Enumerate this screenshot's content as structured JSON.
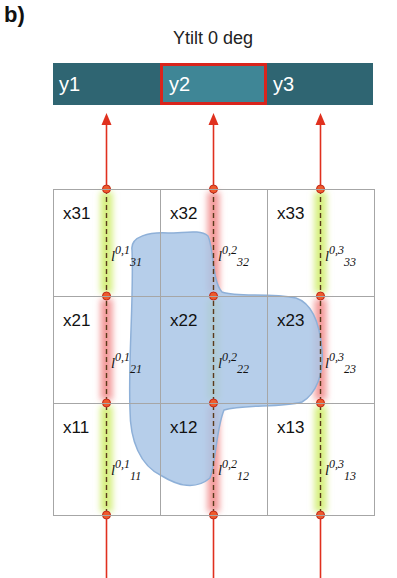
{
  "diagram": {
    "title": "Ytilt 0 deg",
    "nodes": [
      {
        "text": [
          "y1"
        ]
      },
      {
        "text": [
          "y2"
        ]
      },
      {
        "text": [
          "y3"
        ]
      },
      {
        "text": [
          "x31",
          "l",
          "0,1",
          "31"
        ]
      },
      {
        "text": [
          "x32",
          "l",
          "0,2",
          "32"
        ]
      },
      {
        "text": [
          "x33",
          "l",
          "0,3",
          "33"
        ]
      },
      {
        "text": [
          "x21",
          "l",
          "0,1",
          "21"
        ]
      },
      {
        "text": [
          "x22",
          "l",
          "0,2",
          "22"
        ]
      },
      {
        "text": [
          "x23",
          "l",
          "0,3",
          "23"
        ]
      },
      {
        "text": [
          "x11",
          "l",
          "0,1",
          "11"
        ]
      },
      {
        "text": [
          "x12",
          "l",
          "0,2",
          "12"
        ]
      },
      {
        "text": [
          "x13",
          "l",
          "0,3",
          "13"
        ]
      }
    ],
    "labels": [
      "b)"
    ]
  }
}
